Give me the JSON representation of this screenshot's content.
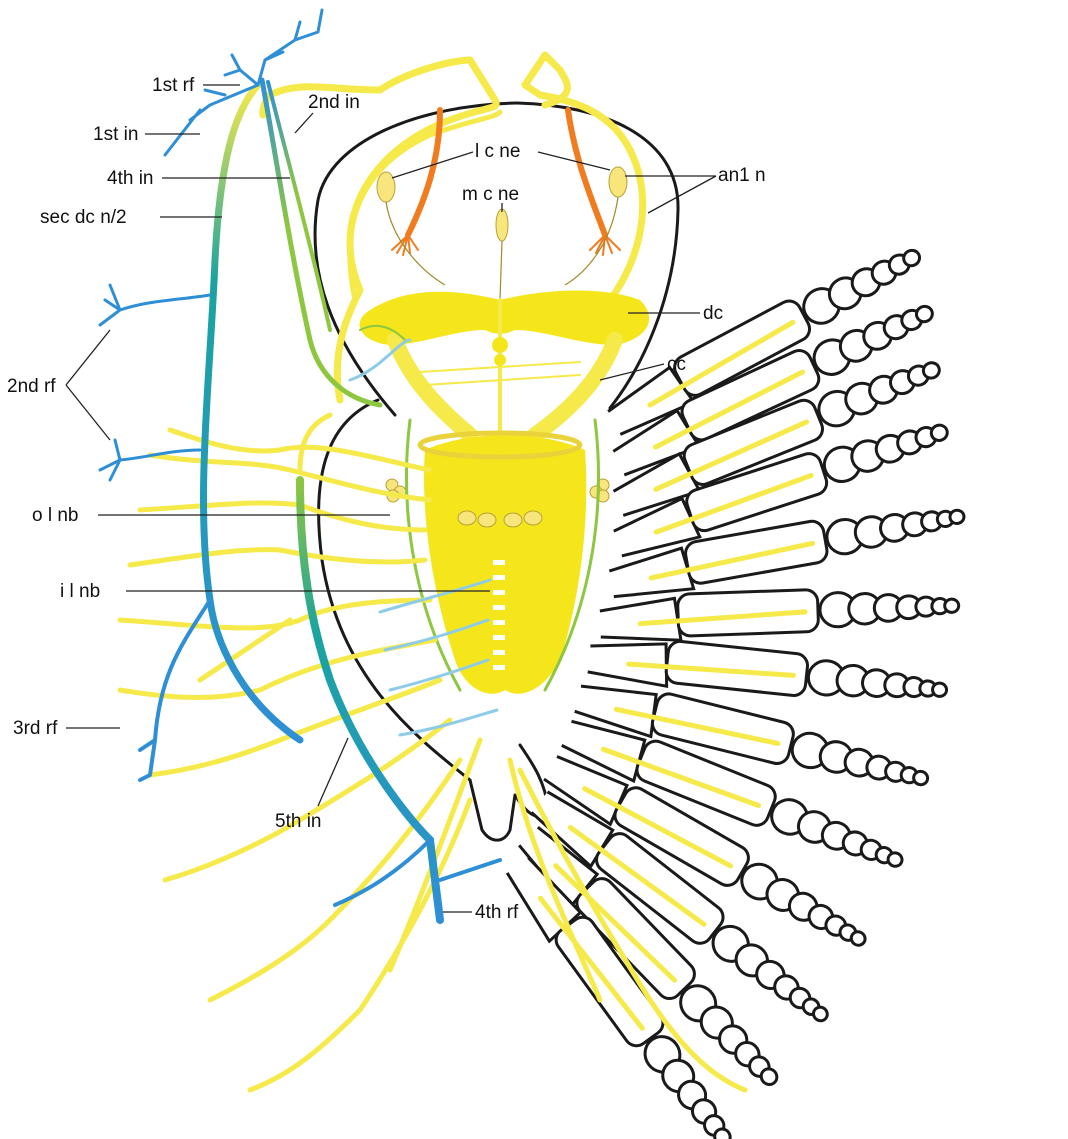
{
  "figure": {
    "background": "#ffffff",
    "colors": {
      "nerve_yellow": "#f6e94a",
      "ganglion_yellow": "#f5e61c",
      "blue": "#2f8fd6",
      "teal": "#1aa3a0",
      "light_blue": "#8ecbe8",
      "green": "#8dc63f",
      "orange": "#f07c1f",
      "outline": "#1a1a1a"
    }
  },
  "labels": {
    "rf1": "1st rf",
    "in1": "1st in",
    "in2": "2nd in",
    "in4": "4th in",
    "sec_dc_n2": "sec dc n/2",
    "lcne": "l c ne",
    "an1n": "an1 n",
    "mcne": "m c ne",
    "dc": "dc",
    "cc": "cc",
    "rf2": "2nd rf",
    "olnb": "o l nb",
    "ilnb": "i l nb",
    "rf3": "3rd rf",
    "in5": "5th in",
    "rf4": "4th rf"
  }
}
